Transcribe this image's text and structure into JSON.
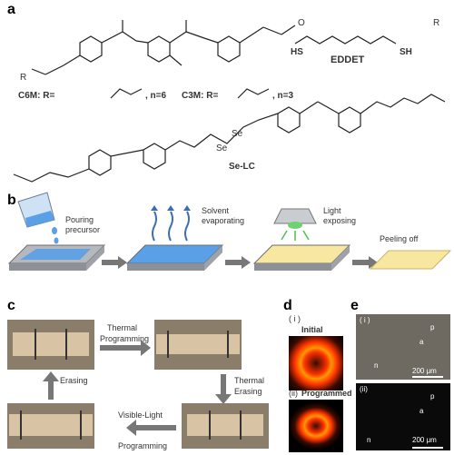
{
  "panels": {
    "a": "a",
    "b": "b",
    "c": "c",
    "d": "d",
    "e": "e"
  },
  "panel_a": {
    "eddet": "EDDET",
    "sh": "SH",
    "hs": "HS",
    "c6m": "C6M: R=",
    "c6m_n": ", n=6",
    "c3m": "C3M: R=",
    "c3m_n": ", n=3",
    "se_lc": "Se-LC",
    "se": "Se",
    "o": "O",
    "r": "R",
    "n": "n",
    "six": "6"
  },
  "panel_b": {
    "step1": "Pouring",
    "step1b": "precursor",
    "step2": "Solvent",
    "step2b": "evaporating",
    "step3": "Light",
    "step3b": "exposing",
    "step4": "Peeling off"
  },
  "panel_c": {
    "thermal_programming_1": "Thermal",
    "thermal_programming_2": "Programming",
    "thermal_erasing_1": "Thermal",
    "thermal_erasing_2": "Erasing",
    "visible_programming_1": "Visible-Light",
    "visible_programming_2": "Programming",
    "erasing": "Erasing"
  },
  "panel_d": {
    "i_label": "( i )",
    "i_title": "Initial",
    "ii_label": "(ii)",
    "ii_title": "Programmed"
  },
  "panel_e": {
    "i_label": "( i )",
    "ii_label": "(ii)",
    "p": "p",
    "a": "a",
    "n": "n",
    "scale": "200 μm"
  },
  "colors": {
    "accent_blue": "#4a90d9",
    "film_yellow": "#f7e7a0",
    "tray_grey": "#8d9096"
  }
}
